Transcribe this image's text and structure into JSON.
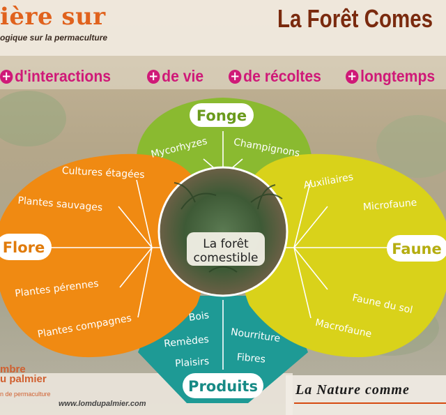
{
  "header": {
    "title_left": "ière sur",
    "subtitle_left": "ogique sur la permaculture",
    "title_right": "La Forêt Comes"
  },
  "benefits": [
    {
      "label": "d'interactions"
    },
    {
      "label": "de vie"
    },
    {
      "label": "de récoltes"
    },
    {
      "label": "longtemps"
    }
  ],
  "diagram": {
    "center": {
      "line1": "La forêt",
      "line2": "comestible"
    },
    "fonge": {
      "title": "Fonge",
      "items": [
        "Mycorhyzes",
        "Champignons"
      ],
      "color": "#8aba30"
    },
    "flore": {
      "title": "Flore",
      "items": [
        "Cultures étagées",
        "Plantes sauvages",
        "Plantes pérennes",
        "Plantes compagnes"
      ],
      "color": "#f08a12"
    },
    "faune": {
      "title": "Faune",
      "items": [
        "Auxiliaires",
        "Microfaune",
        "Faune du sol",
        "Macrofaune"
      ],
      "color": "#d9d21a"
    },
    "produits": {
      "title": "Produits",
      "items": [
        "Bois",
        "Remèdes",
        "Plaisirs",
        "Nourriture",
        "Fibres"
      ],
      "color": "#1e9a95"
    }
  },
  "footer": {
    "url": "www.lomdupalmier.com",
    "logo_line1": "mbre",
    "logo_line2": "u palmier",
    "logo_line3": "n de permaculture",
    "tagline": "La Nature comme"
  }
}
